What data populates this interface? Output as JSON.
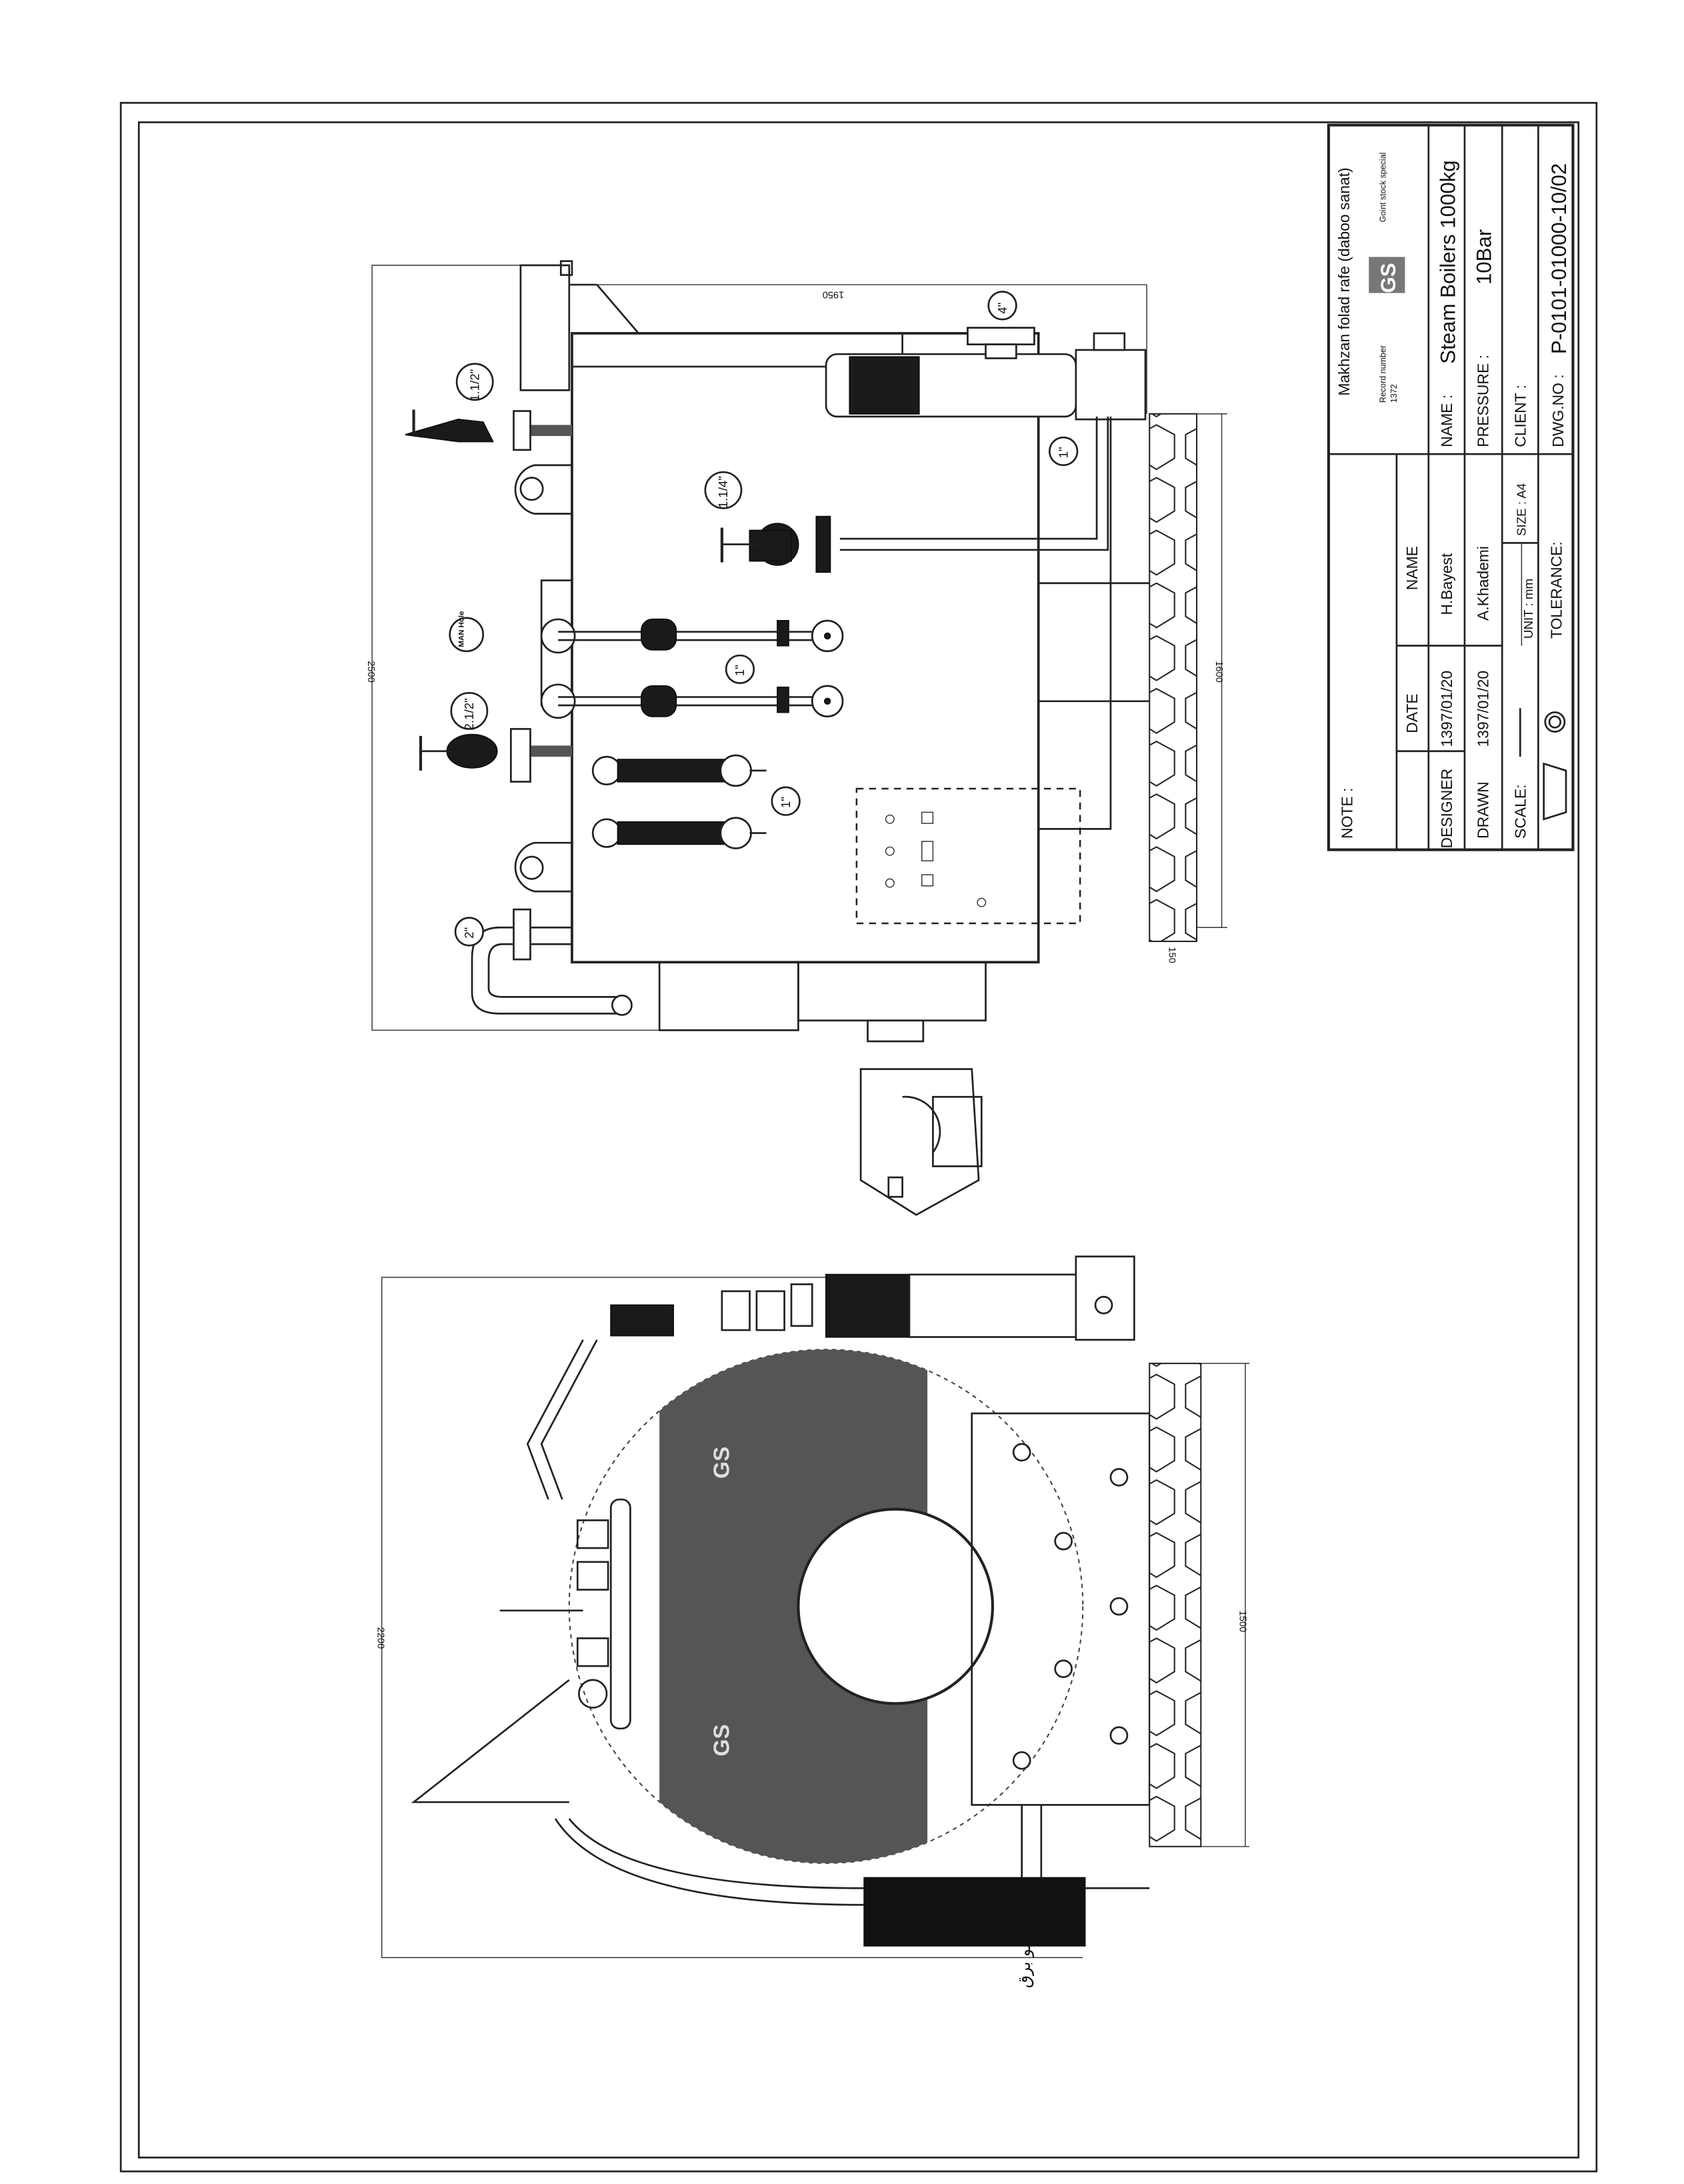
{
  "title_block": {
    "note_label": "NOTE :",
    "company": "Makhzan folad rafe (daboo sanat)",
    "company_type": "Goint stock special",
    "record_label": "Record number",
    "record_number": "1372",
    "logo_text": "GS",
    "header_date": "DATE",
    "header_name": "NAME",
    "designer_label": "DESIGNER",
    "designer_date": "1397/01/20",
    "designer_name": "H.Bayest",
    "drawn_label": "DRAWN",
    "drawn_date": "1397/01/20",
    "drawn_name": "A.Khademi",
    "scale_label": "SCALE:",
    "unit": "UNIT : mm",
    "size": "SIZE : A4",
    "tolerance_label": "TOLERANCE:",
    "name_label": "NAME :",
    "name_value": "Steam Boilers 1000kg",
    "pressure_label": "PRESSURE :",
    "pressure_value": "10Bar",
    "client_label": "CLIENT :",
    "dwg_label": "DWG.NO :",
    "dwg_value": "P-0101-01000-10/02"
  },
  "side_view": {
    "dimensions": {
      "length": "1950",
      "height": "2500",
      "base_length": "1600",
      "base_height": "150"
    },
    "callouts": {
      "safety_valve": "1.1/2\"",
      "main_steam": "4\"",
      "feed_pipe": "1\"",
      "blowdown": "1.1/4\"",
      "manhole": "MAN Hole",
      "level_controls": "1\"",
      "main_valve": "2.1/2\"",
      "gauge_glasses": "1\"",
      "drain": "2\""
    }
  },
  "front_view": {
    "dimensions": {
      "height": "2200",
      "base_width": "1500"
    },
    "panel_label": "تابلو برق"
  }
}
